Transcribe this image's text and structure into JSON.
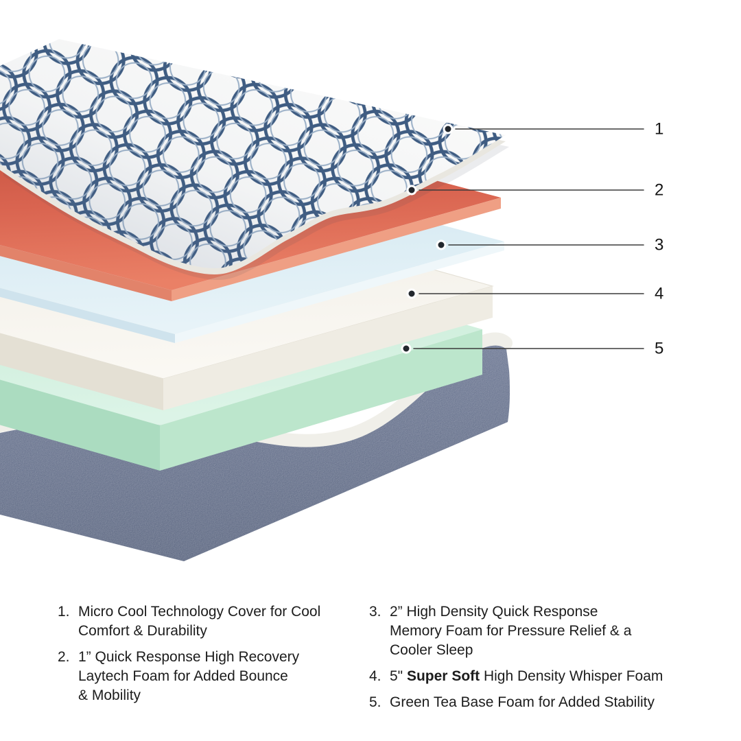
{
  "diagram": {
    "description": "Mattress layer cutaway illustration",
    "callouts": [
      {
        "number": "1",
        "target": "micro-cool-cover"
      },
      {
        "number": "2",
        "target": "laytech-foam"
      },
      {
        "number": "3",
        "target": "memory-foam"
      },
      {
        "number": "4",
        "target": "whisper-foam"
      },
      {
        "number": "5",
        "target": "green-tea-base-foam"
      }
    ],
    "colors": {
      "cover_pattern_line": "#3e5c82",
      "cover_pattern_line_light": "#9db2c9",
      "cover_background": "#fcfcfb",
      "laytech_orange": "#d96450",
      "memory_foam_blue": "#d8ecf4",
      "whisper_foam_white": "#f6f4ef",
      "green_tea_green": "#cdeedd",
      "base_navy": "#4b5878",
      "base_liner_white": "#f0efe9",
      "callout_line": "#3a3a3a",
      "text": "#1c1c1c"
    }
  },
  "legend": {
    "items_left": [
      {
        "num": "1.",
        "text": "Micro Cool Technology Cover for Cool\nComfort & Durability"
      },
      {
        "num": "2.",
        "text": "1” Quick Response High Recovery\nLaytech Foam for Added Bounce\n& Mobility"
      }
    ],
    "items_right": [
      {
        "num": "3.",
        "text": "2” High Density Quick Response\nMemory Foam for Pressure Relief & a\nCooler Sleep"
      },
      {
        "num": "4.",
        "prefix": "5\" ",
        "bold": "Super Soft",
        "suffix": " High Density Whisper Foam"
      },
      {
        "num": "5.",
        "text": "Green Tea Base Foam for Added Stability"
      }
    ]
  }
}
